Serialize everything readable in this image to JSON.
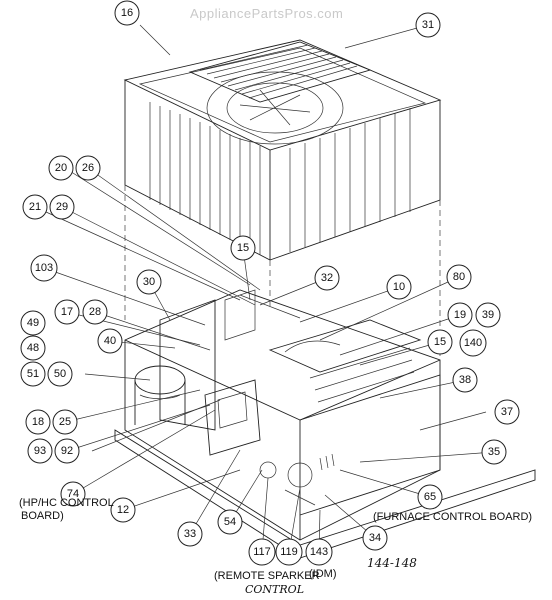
{
  "watermark": "AppliancePartsPros.com",
  "callouts": [
    "16",
    "31",
    "20",
    "26",
    "21",
    "29",
    "15",
    "103",
    "30",
    "32",
    "10",
    "80",
    "17",
    "28",
    "49",
    "48",
    "40",
    "19",
    "39",
    "15",
    "140",
    "51",
    "50",
    "38",
    "37",
    "18",
    "25",
    "93",
    "92",
    "35",
    "74",
    "65",
    "12",
    "33",
    "54",
    "34",
    "117",
    "119",
    "143"
  ],
  "labels": {
    "hp_hc_line1": "(HP/HC CONTROL",
    "hp_hc_line2": "BOARD)",
    "furnace": "(FURNACE CONTROL BOARD)",
    "remote_line1": "(REMOTE SPARKER",
    "remote_line2": "CONTROL",
    "idm": "(IDM)",
    "range": "144-148"
  }
}
